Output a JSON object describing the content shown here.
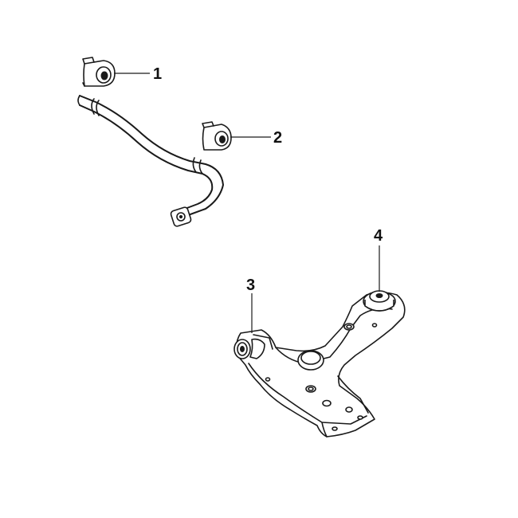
{
  "callouts": [
    {
      "id": "1",
      "label": "1"
    },
    {
      "id": "2",
      "label": "2"
    },
    {
      "id": "3",
      "label": "3"
    },
    {
      "id": "4",
      "label": "4"
    }
  ],
  "colors": {
    "background": "#ffffff",
    "ink": "#1a1a1a"
  }
}
